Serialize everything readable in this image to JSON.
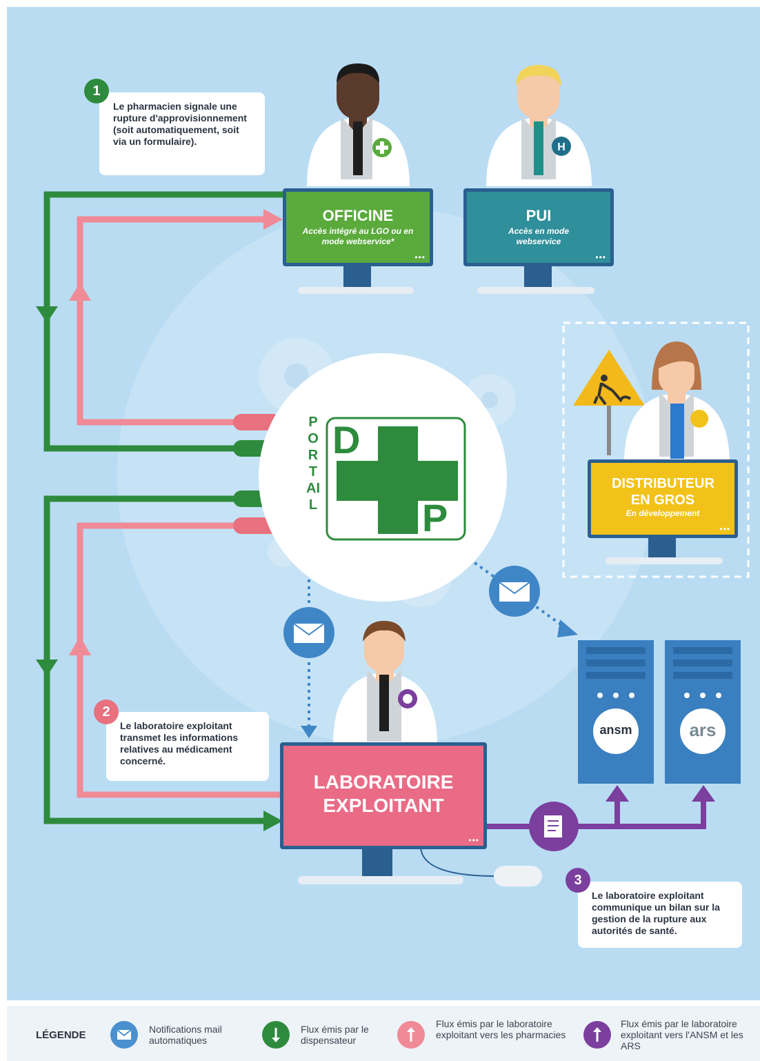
{
  "portal": {
    "vertical_label": "PORTAIL",
    "logo_letter_d": "D",
    "logo_letter_p": "P"
  },
  "steps": [
    {
      "number": "1",
      "color": "#2e8b3e",
      "text": "Le pharmacien signale une rupture d'approvisionnement (soit automatiquement, soit via un formulaire)."
    },
    {
      "number": "2",
      "color": "#e8707f",
      "text": "Le laboratoire exploitant transmet les informations relatives au médicament concerné."
    },
    {
      "number": "3",
      "color": "#7b3f9e",
      "text": "Le laboratoire exploitant communique un bilan sur la gestion de la rupture aux autorités de santé."
    }
  ],
  "stations": {
    "officine": {
      "title": "OFFICINE",
      "subtitle": "Accès intégré au LGO ou en mode webservice*",
      "color": "#5aaa3c"
    },
    "pui": {
      "title": "PUI",
      "subtitle": "Accès en mode webservice",
      "color": "#2f8f9a"
    },
    "distributeur": {
      "title": "DISTRIBUTEUR EN GROS",
      "subtitle": "En développement",
      "color": "#f3c21a"
    },
    "laboratoire": {
      "title": "LABORATOIRE EXPLOITANT",
      "color": "#ea6b86"
    }
  },
  "authorities": [
    {
      "name": "ansm"
    },
    {
      "name": "ars"
    }
  ],
  "legend": {
    "title": "LÉGENDE",
    "items": [
      {
        "icon": "envelope-icon",
        "color": "#4a90cf",
        "text": "Notifications mail automatiques"
      },
      {
        "icon": "arrow-down-icon",
        "color": "#2e8b3e",
        "text": "Flux émis par le dispensateur"
      },
      {
        "icon": "arrow-up-icon",
        "color": "#f08a96",
        "text": "Flux émis par le laboratoire exploitant vers les pharmacies"
      },
      {
        "icon": "arrow-up-icon",
        "color": "#7b3f9e",
        "text": "Flux émis par le laboratoire exploitant vers l'ANSM et les ARS"
      }
    ]
  },
  "colors": {
    "background": "#b9dcf3",
    "green_flow": "#2e8b3e",
    "pink_flow": "#f08a96",
    "purple_flow": "#7b3f9e",
    "mail_blue": "#4a90cf",
    "monitor_frame": "#2a5f8f"
  }
}
